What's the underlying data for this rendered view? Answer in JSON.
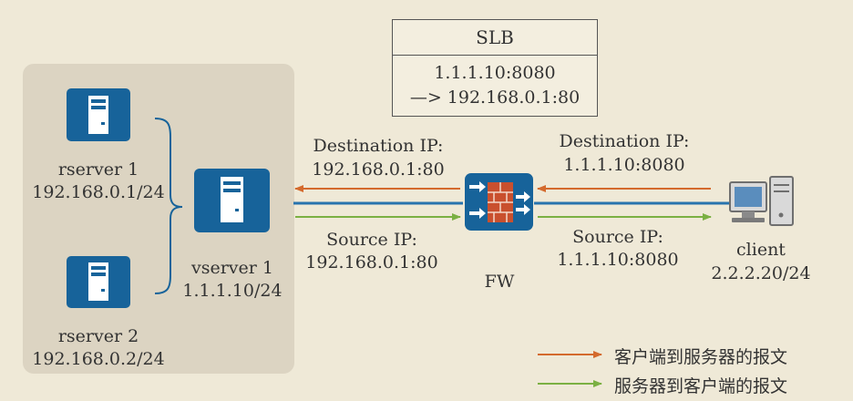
{
  "slb": {
    "title": "SLB",
    "line1": "1.1.1.10:8080",
    "line2": "—> 192.168.0.1:80"
  },
  "rserver1": {
    "name": "rserver 1",
    "ip": "192.168.0.1/24"
  },
  "rserver2": {
    "name": "rserver 2",
    "ip": "192.168.0.2/24"
  },
  "vserver": {
    "name": "vserver 1",
    "ip": "1.1.1.10/24"
  },
  "fw": {
    "name": "FW"
  },
  "client": {
    "name": "client",
    "ip": "2.2.2.20/24"
  },
  "left_link": {
    "dest_label": "Destination IP:",
    "dest_value": "192.168.0.1:80",
    "src_label": "Source IP:",
    "src_value": "192.168.0.1:80"
  },
  "right_link": {
    "dest_label": "Destination IP:",
    "dest_value": "1.1.1.10:8080",
    "src_label": "Source IP:",
    "src_value": "1.1.1.10:8080"
  },
  "legend": {
    "client_to_server": "客户端到服务器的报文",
    "server_to_client": "服务器到客户端的报文"
  },
  "colors": {
    "background": "#efe9d7",
    "server_panel": "#dcd4c2",
    "device_blue": "#17639a",
    "link_blue": "#2874ae",
    "orange_arrow": "#d46a2d",
    "green_arrow": "#7bb043"
  }
}
